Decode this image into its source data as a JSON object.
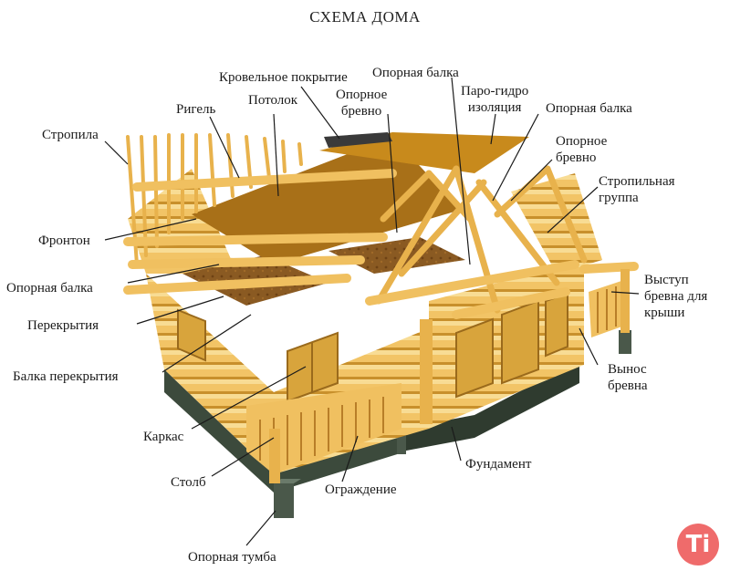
{
  "title": "СХЕМА ДОМА",
  "labels": {
    "stropila": "Стропила",
    "rigel": "Ригель",
    "krovelnoe": "Кровельное покрытие",
    "potolok": "Потолок",
    "opornoe_brevno_1": "Опорное\nбревно",
    "opornaya_balka_top": "Опорная балка",
    "parogidro": "Паро-гидро\nизоляция",
    "opornaya_balka_right": "Опорная балка",
    "opornoe_brevno_2": "Опорное\nбревно",
    "stropilnaya_gruppa": "Стропильная\nгруппа",
    "fronton": "Фронтон",
    "opornaya_balka_left": "Опорная балка",
    "perekrytiya": "Перекрытия",
    "vystup": "Выступ\nбревна для\nкрыши",
    "balka_perekrytiya": "Балка перекрытия",
    "vynos": "Вынос\nбревна",
    "karkas": "Каркас",
    "fundament": "Фундамент",
    "stolb": "Столб",
    "ograzhdenie": "Ограждение",
    "opornaya_tumba": "Опорная тумба"
  },
  "logo_text": "Ti",
  "colors": {
    "log": "#f0c060",
    "log_dark": "#c8902c",
    "log_light": "#f8dc94",
    "ceiling": "#a87018",
    "foundation": "#3c4a3c",
    "roof": "#c88a1c"
  }
}
